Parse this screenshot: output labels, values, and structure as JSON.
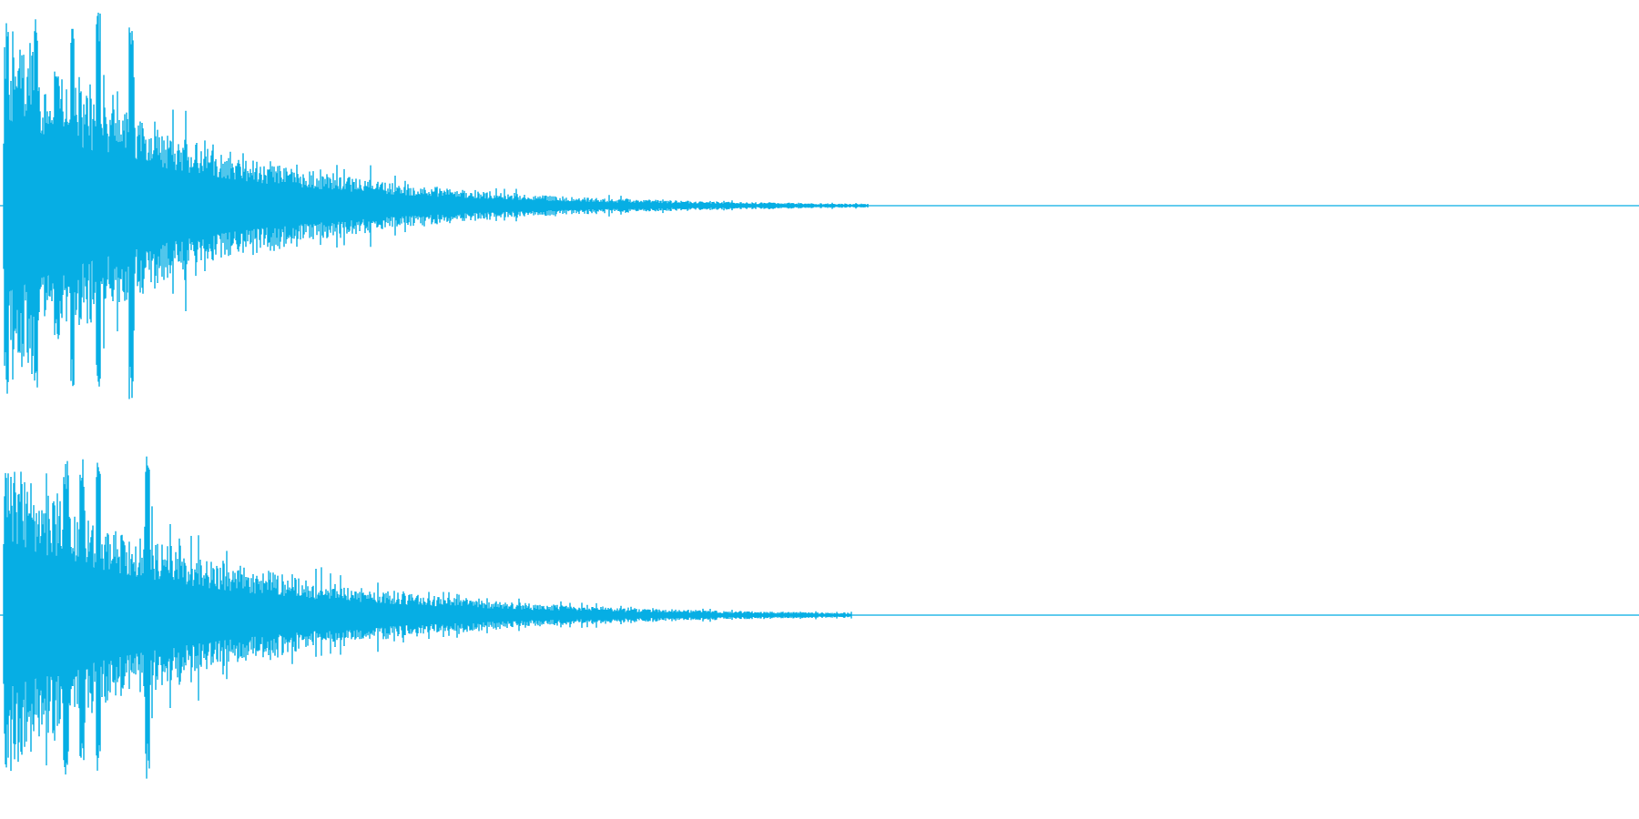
{
  "waveform": {
    "color": "#06aee4",
    "background": "#ffffff",
    "channels": [
      {
        "name": "channel-1",
        "peak_amplitude": 0.99,
        "attack_fraction": 0.003,
        "decay_rate": 5.6,
        "noise_floor_fraction": 0.53,
        "tail_end_fraction": 0.53,
        "spike_positions": [
          0.022,
          0.06,
          0.044,
          0.08
        ]
      },
      {
        "name": "channel-2",
        "peak_amplitude": 0.83,
        "attack_fraction": 0.003,
        "decay_rate": 5.2,
        "noise_floor_fraction": 0.52,
        "tail_end_fraction": 0.52,
        "spike_positions": [
          0.04,
          0.06,
          0.05,
          0.09
        ]
      }
    ]
  }
}
